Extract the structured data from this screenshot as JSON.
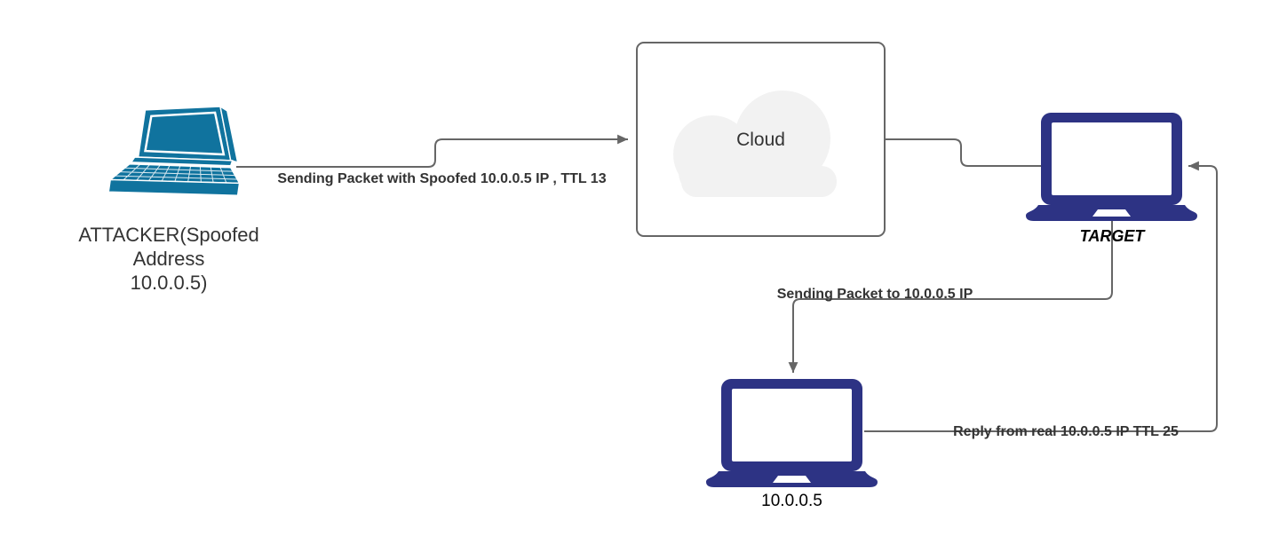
{
  "diagram": {
    "type": "network-attack-flow",
    "background": "#ffffff"
  },
  "colors": {
    "edge": "#666666",
    "edge_label": "#333333",
    "node_label": "#000000",
    "laptop_blue": "#10739E",
    "laptop_navy": "#2D3384",
    "cloud_fill": "#F2F2F2",
    "cloud_box_border": "#666666"
  },
  "nodes": {
    "attacker": {
      "icon": "laptop-3d-icon",
      "label_lines": {
        "0": "ATTACKER(Spoofed",
        "1": "Address",
        "2": "10.0.0.5)"
      }
    },
    "cloud": {
      "icon": "cloud-icon",
      "label": "Cloud"
    },
    "target": {
      "icon": "laptop-icon",
      "label": "TARGET"
    },
    "real_host": {
      "icon": "laptop-icon",
      "label": "10.0.0.5"
    }
  },
  "edges": {
    "attacker_to_cloud": {
      "label": "Sending Packet with Spoofed 10.0.0.5 IP , TTL 13",
      "arrow": "right"
    },
    "cloud_to_target": {
      "label": "",
      "arrow": "none"
    },
    "target_to_real_host": {
      "label": "Sending Packet to 10.0.0.5 IP",
      "arrow": "down"
    },
    "real_host_to_target": {
      "label": "Reply from real 10.0.0.5 IP TTL 25",
      "arrow": "left"
    }
  }
}
